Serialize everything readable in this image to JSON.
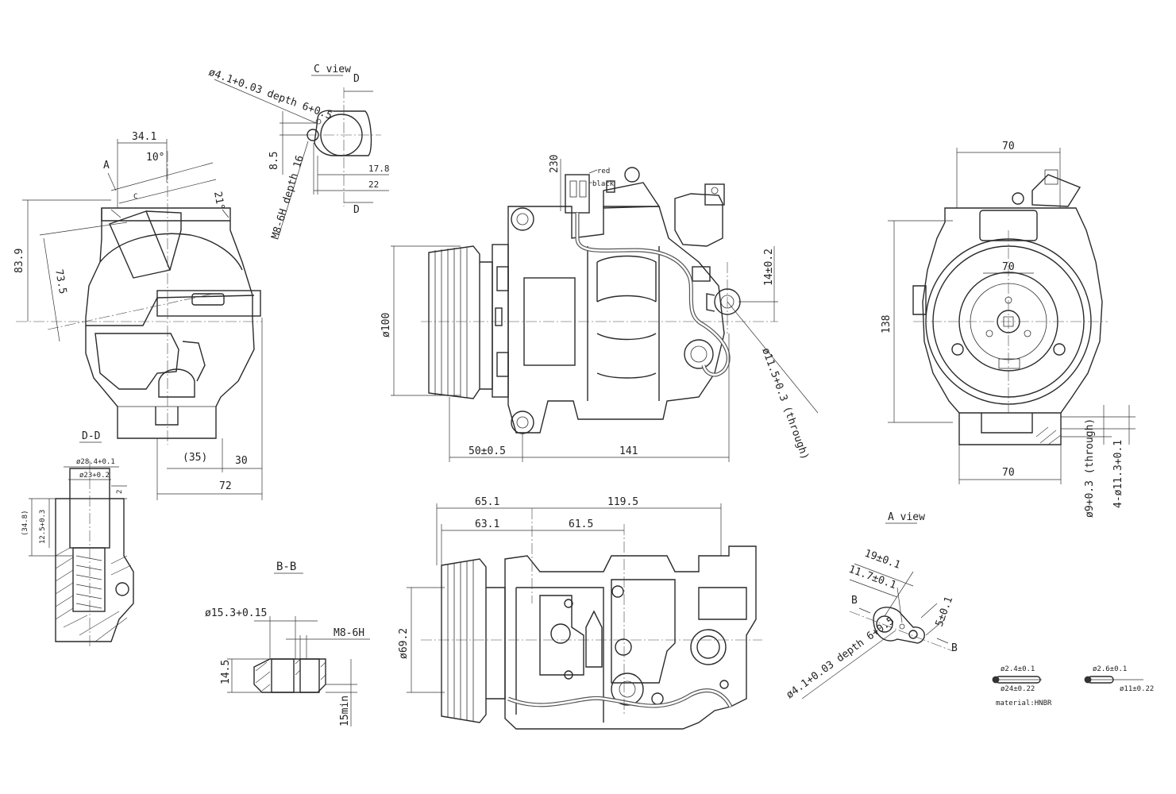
{
  "views": {
    "c_view": {
      "title": "C view",
      "d_top": "D",
      "d_bottom": "D"
    },
    "d_d": {
      "title": "D-D"
    },
    "b_b": {
      "title": "B-B"
    },
    "a_view": {
      "title": "A view",
      "b_left": "B",
      "b_right": "B"
    }
  },
  "dimensions": {
    "hole_c": "ø4.1+0.03 depth 6+0.5",
    "thread_c": "M8-6H depth 16",
    "d_8_5": "8.5",
    "d_17_8": "17.8",
    "d_22": "22",
    "d_34_1": "34.1",
    "angle_10": "10°",
    "angle_21": "21°",
    "mark_a": "A",
    "mark_c": "C",
    "d_83_9": "83.9",
    "d_73_5": "73.5",
    "d_35": "(35)",
    "d_30": "30",
    "d_72": "72",
    "d_230": "230",
    "wire_red": "red",
    "wire_black": "black",
    "d_14": "14±0.2",
    "d_100": "ø100",
    "d_11_5": "ø11.5+0.3 (through)",
    "d_50": "50±0.5",
    "d_141": "141",
    "d_70_top": "70",
    "d_70_inner": "70",
    "d_70_bottom": "70",
    "d_138": "138",
    "d_9": "ø9+0.3 (through)",
    "d_4_11_3": "4-ø11.3+0.1",
    "d_28_4": "ø28.4+0.1",
    "d_23": "ø23+0.2",
    "d_2": "2",
    "d_34_8": "(34.8)",
    "d_12_5": "12.5+0.3",
    "d_15_3": "ø15.3+0.15",
    "d_m8": "M8-6H",
    "d_14_5": "14.5",
    "d_15min": "15min",
    "d_65_1": "65.1",
    "d_63_1": "63.1",
    "d_119_5": "119.5",
    "d_61_5": "61.5",
    "d_69_2": "ø69.2",
    "d_19": "19±0.1",
    "d_11_7": "11.7±0.1",
    "d_5": "5±0.1",
    "hole_a": "ø4.1+0.03 depth 6+0.5"
  },
  "orings": {
    "ring1_cs": "ø2.4±0.1",
    "ring1_id": "ø24±0.22",
    "ring2_cs": "ø2.6±0.1",
    "ring2_id": "ø11±0.22",
    "material": "material:HNBR"
  }
}
